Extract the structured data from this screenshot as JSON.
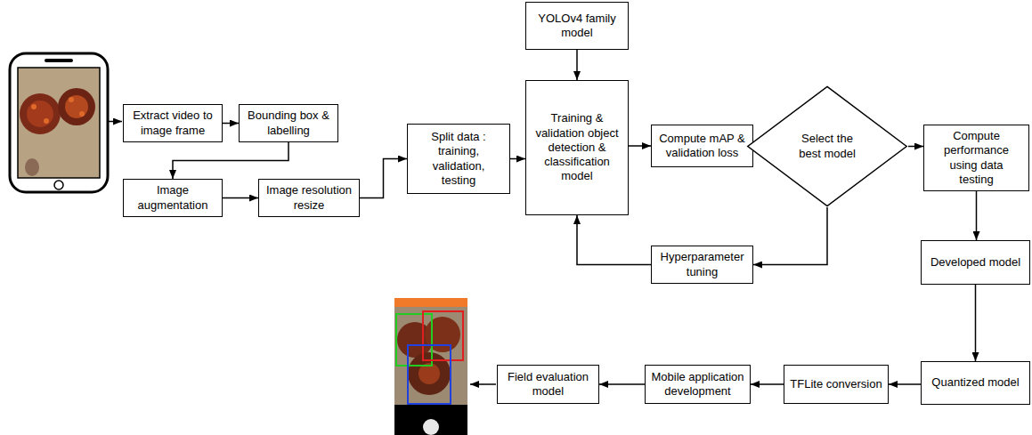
{
  "diagram": {
    "nodes": [
      {
        "text": [
          "Extract video to image frame"
        ]
      },
      {
        "text": [
          "Bounding box & labelling"
        ]
      },
      {
        "text": [
          "Image augmentation"
        ]
      },
      {
        "text": [
          "Image resolution resize"
        ]
      },
      {
        "text": [
          "Split data : training, validation, testing"
        ]
      },
      {
        "text": [
          "YOLOv4 family model"
        ]
      },
      {
        "text": [
          "Training & validation object detection & classification model"
        ]
      },
      {
        "text": [
          "Compute mAP & validation loss"
        ]
      },
      {
        "text": [
          "Select the best model"
        ]
      },
      {
        "text": [
          "Compute performance using data testing"
        ]
      },
      {
        "text": [
          "Hyperparameter tuning"
        ]
      },
      {
        "text": [
          "Developed model"
        ]
      },
      {
        "text": [
          "Quantized model"
        ]
      },
      {
        "text": [
          "TFLite conversion"
        ]
      },
      {
        "text": [
          "Mobile application development"
        ]
      },
      {
        "text": [
          "Field evaluation model"
        ]
      }
    ],
    "edges": [
      {
        "from": 0,
        "to": 1,
        "arrow": "to"
      },
      {
        "from": 1,
        "to": 2,
        "arrow": "to"
      },
      {
        "from": 2,
        "to": 3,
        "arrow": "to"
      },
      {
        "from": 3,
        "to": 4,
        "arrow": "to"
      },
      {
        "from": 4,
        "to": 6,
        "arrow": "to"
      },
      {
        "from": 5,
        "to": 6,
        "arrow": "to"
      },
      {
        "from": 6,
        "to": 7,
        "arrow": "to"
      },
      {
        "from": 7,
        "to": 8,
        "arrow": "to"
      },
      {
        "from": 8,
        "to": 9,
        "arrow": "to"
      },
      {
        "from": 8,
        "to": 10,
        "arrow": "to"
      },
      {
        "from": 10,
        "to": 6,
        "arrow": "to"
      },
      {
        "from": 9,
        "to": 11,
        "arrow": "to"
      },
      {
        "from": 11,
        "to": 12,
        "arrow": "to"
      },
      {
        "from": 12,
        "to": 13,
        "arrow": "to"
      },
      {
        "from": 13,
        "to": 14,
        "arrow": "to"
      },
      {
        "from": 14,
        "to": 15,
        "arrow": "to"
      }
    ]
  }
}
